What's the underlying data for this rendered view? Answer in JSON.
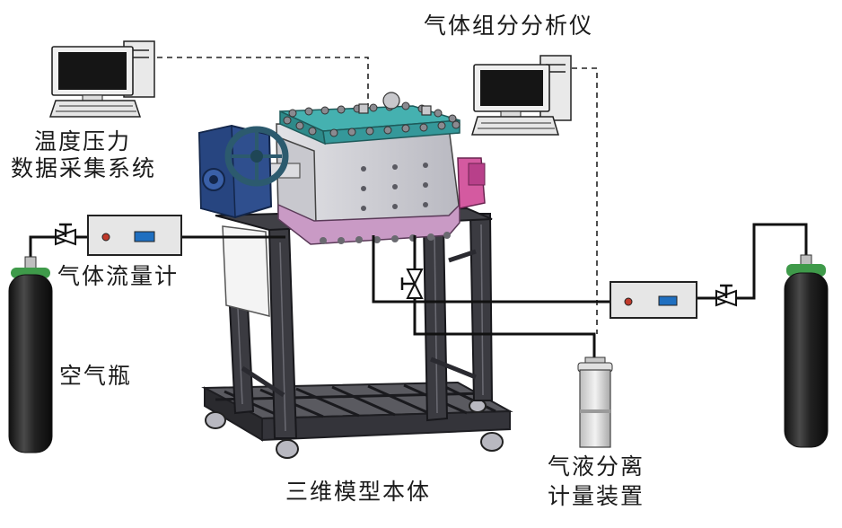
{
  "labels": {
    "gas_analyzer": "气体组分分析仪",
    "daq_line1": "温度压力",
    "daq_line2": "数据采集系统",
    "flow_meter": "气体流量计",
    "air_cylinder": "空气瓶",
    "model_body": "三维模型本体",
    "separator_line1": "气液分离",
    "separator_line2": "计量装置"
  },
  "colors": {
    "frame": "#3a3a40",
    "chamber_top": "#3aa6a6",
    "chamber_body": "#d2d2d8",
    "chamber_bottom": "#c9a0c6",
    "gearbox": "#2f4f8e",
    "handwheel": "#2c5a6e",
    "pink_part": "#d45aa0",
    "cylinder": "#1e1e1e",
    "cylinder_band": "#3f9a4a",
    "pipe": "#1a1a1a",
    "box": "#e6e6e6"
  }
}
